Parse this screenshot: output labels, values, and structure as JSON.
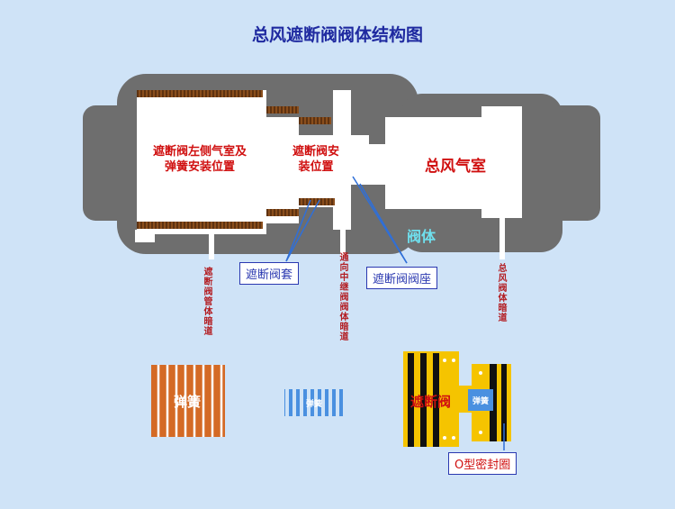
{
  "title": "总风遮断阀阀体结构图",
  "labels": {
    "left_chamber": "遮断阀左侧气室及弹簧安装位置",
    "install_pos": "遮断阀安装位置",
    "main_chamber": "总风气室",
    "body": "阀体",
    "sleeve": "遮断阀套",
    "seat": "遮断阀阀座",
    "channel_pipe": "遮断阀管体暗道",
    "channel_relay": "通向中继阀阀体暗道",
    "channel_main": "总风阀体暗道",
    "spring_large": "弹簧",
    "spring_small": "弹簧",
    "valve": "遮断阀",
    "valve_spring": "弹簧",
    "oring": "O型密封圈"
  },
  "colors": {
    "background": "#cfe3f7",
    "body_gray": "#6e6e6e",
    "title_blue": "#1f2aa0",
    "label_red": "#d01010",
    "sleeve_brown": "#7a4416",
    "spring_orange": "#d46a25",
    "spring_blue": "#4a90e0",
    "valve_yellow": "#f5c400"
  }
}
